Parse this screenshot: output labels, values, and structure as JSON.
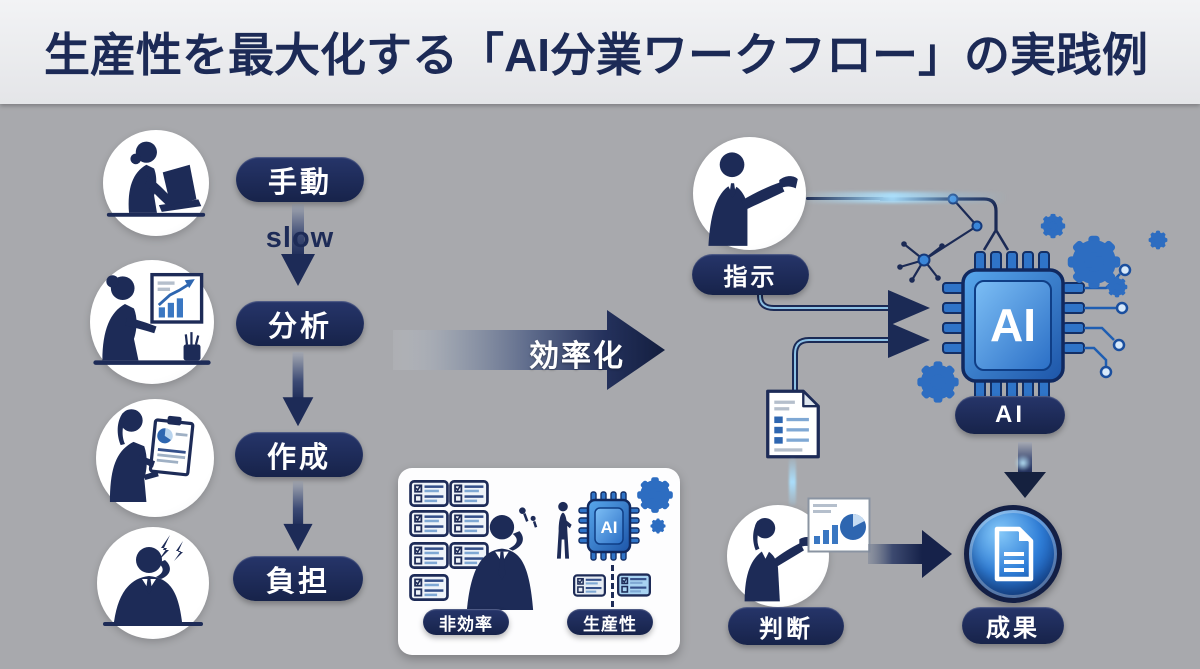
{
  "title": "生産性を最大化する「AI分業ワークフロー」の実践例",
  "workflow_left": {
    "steps": [
      {
        "label": "手動",
        "icon": "woman-typing-laptop-icon"
      },
      {
        "label": "分析",
        "icon": "woman-analyzing-chart-icon"
      },
      {
        "label": "作成",
        "icon": "woman-holding-report-icon"
      },
      {
        "label": "負担",
        "icon": "man-stressed-icon"
      }
    ],
    "connector_label": "slow"
  },
  "center_arrow": {
    "label": "効率化"
  },
  "comparison": {
    "inefficient_label": "非効率",
    "productive_label": "生産性",
    "chip_label": "AI",
    "icons": [
      "task-card-icon",
      "overwhelmed-man-icon",
      "standing-man-icon",
      "ai-chip-icon",
      "gear-icon"
    ]
  },
  "workflow_right": {
    "instruction_label": "指示",
    "chip_label": "AI",
    "ai_pill_label": "AI",
    "judgment_label": "判断",
    "result_label": "成果",
    "icons": [
      "man-gesturing-icon",
      "network-nodes-icon",
      "ai-chip-icon",
      "gear-icon",
      "document-icon",
      "woman-presenting-icon",
      "result-document-icon"
    ]
  },
  "colors": {
    "background": "#a8a9ad",
    "banner_bg": "#e9eaec",
    "navy": "#1c2a56",
    "chip_blue": "#2e77c9",
    "glow_blue": "#8fd4ff",
    "white": "#ffffff"
  }
}
